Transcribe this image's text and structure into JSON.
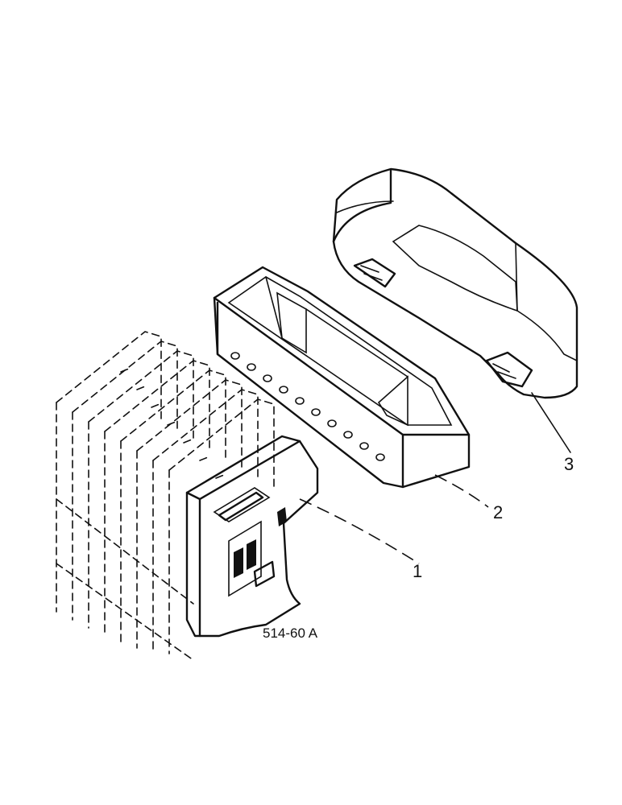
{
  "figure": {
    "code": "514-60 A",
    "callouts": [
      {
        "id": "1",
        "label": "1"
      },
      {
        "id": "2",
        "label": "2"
      },
      {
        "id": "3",
        "label": "3"
      }
    ]
  }
}
